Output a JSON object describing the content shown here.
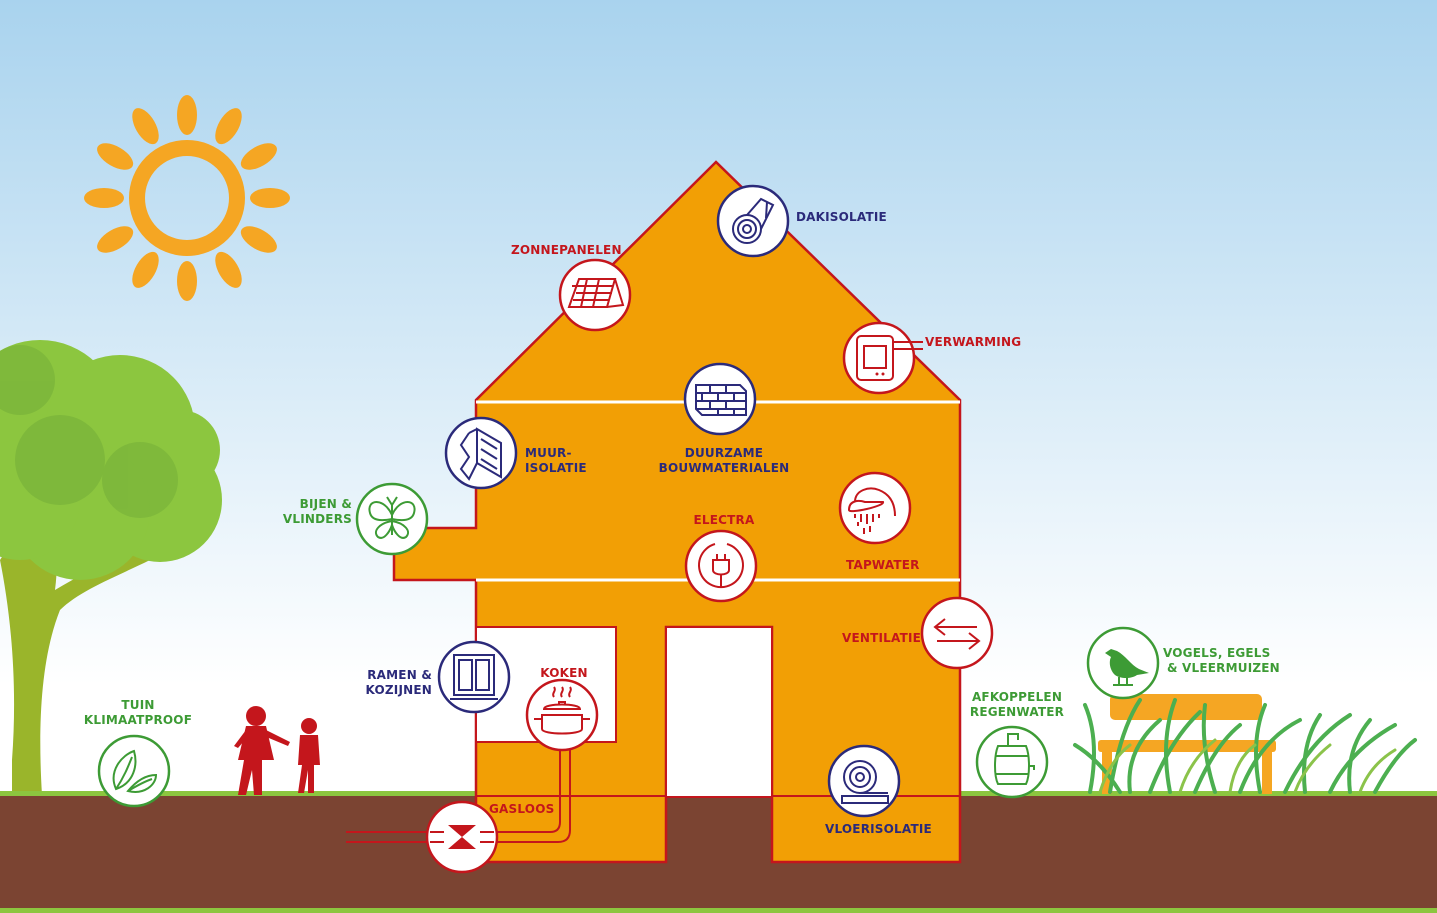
{
  "colors": {
    "sky_top": "#a9d3ee",
    "sky_bottom": "#ffffff",
    "house": "#f29f05",
    "house_outline": "#c4161c",
    "red": "#c4161c",
    "navy": "#2b2a7a",
    "green": "#3d9b35",
    "soil": "#7b4432",
    "grass": "#7cba3d",
    "sun": "#f5a623"
  },
  "labels": {
    "dakisolatie": "DAKISOLATIE",
    "zonnepanelen": "ZONNEPANELEN",
    "verwarming": "VERWARMING",
    "muurisolatie": [
      "MUUR-",
      "ISOLATIE"
    ],
    "duurzame_bouwmaterialen": [
      "DUURZAME",
      "BOUWMATERIALEN"
    ],
    "bijen_vlinders": [
      "BIJEN &",
      "VLINDERS"
    ],
    "electra": "ELECTRA",
    "tapwater": "TAPWATER",
    "ventilatie": "VENTILATIE",
    "ramen_kozijnen": [
      "RAMEN &",
      "KOZIJNEN"
    ],
    "koken": "KOKEN",
    "gasloos": "GASLOOS",
    "vloerisolatie": "VLOERISOLATIE",
    "tuin_klimaatproof": [
      "TUIN",
      "KLIMAATPROOF"
    ],
    "afkoppelen_regenwater": [
      "AFKOPPELEN",
      "REGENWATER"
    ],
    "vogels_egels_vleermuizen": [
      "VOGELS, EGELS",
      "& VLEERMUIZEN"
    ]
  },
  "icons": [
    "roll-insulation-icon",
    "solar-panel-icon",
    "thermostat-icon",
    "bricks-icon",
    "wall-insulation-icon",
    "butterfly-icon",
    "shower-icon",
    "plug-icon",
    "arrows-icon",
    "window-icon",
    "cooking-pot-icon",
    "gas-valve-icon",
    "floor-insulation-icon",
    "leaves-icon",
    "rain-barrel-icon",
    "bird-icon"
  ]
}
